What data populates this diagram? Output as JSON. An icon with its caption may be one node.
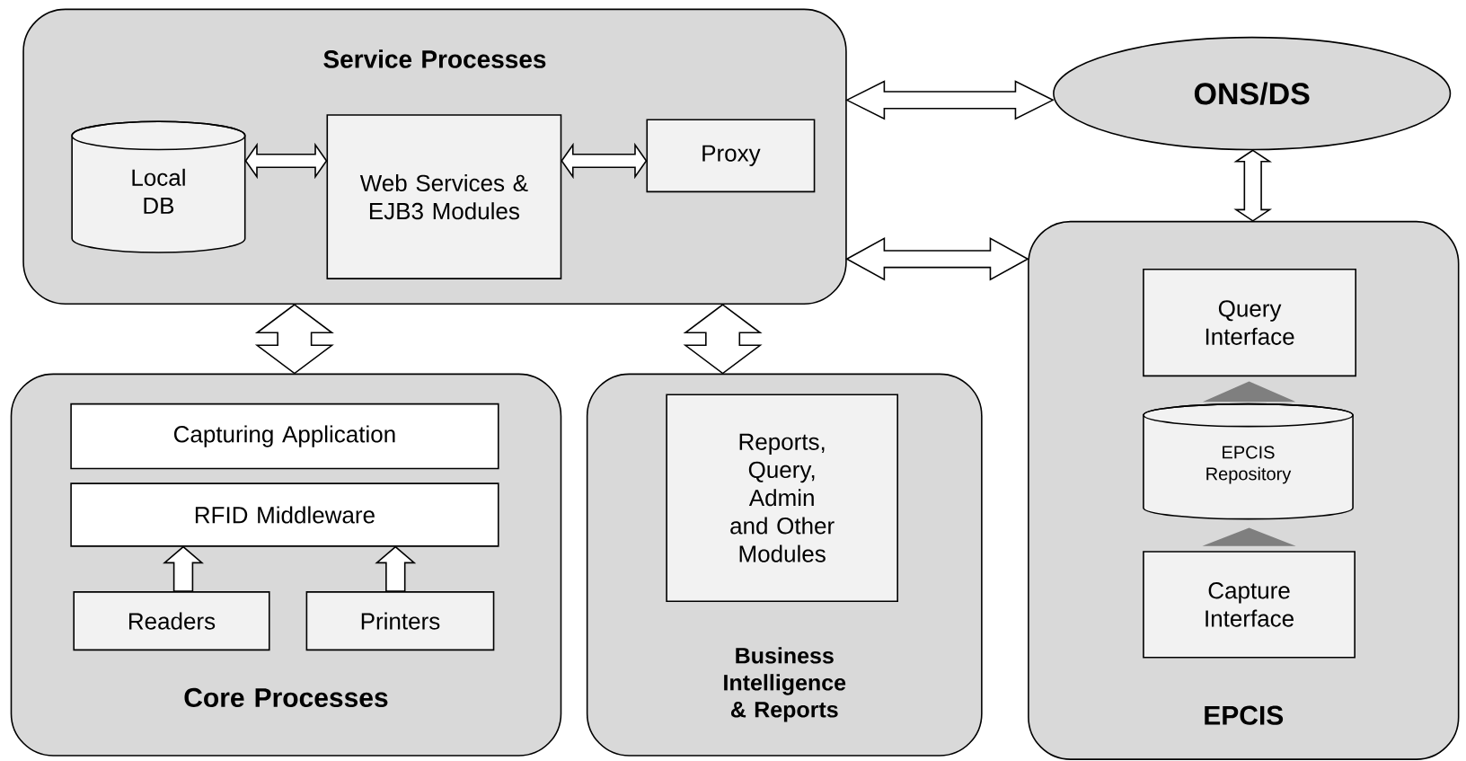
{
  "diagram": {
    "nodes": [
      {
        "text": [
          "Service Processes"
        ]
      },
      {
        "text": [
          "Local DB"
        ],
        "in": 0
      },
      {
        "text": [
          "Web Services & EJB3 Modules"
        ],
        "in": 0
      },
      {
        "text": [
          "Proxy"
        ],
        "in": 0
      },
      {
        "text": [
          "ONS/DS"
        ]
      },
      {
        "text": [
          "Core Processes"
        ]
      },
      {
        "text": [
          "Capturing Application"
        ],
        "in": 5
      },
      {
        "text": [
          "RFID Middleware"
        ],
        "in": 5
      },
      {
        "text": [
          "Readers"
        ],
        "in": 5
      },
      {
        "text": [
          "Printers"
        ],
        "in": 5
      },
      {
        "text": [
          "Business Intelligence & Reports"
        ]
      },
      {
        "text": [
          "Reports, Query, Admin and Other Modules"
        ],
        "in": 10
      },
      {
        "text": [
          "EPCIS"
        ]
      },
      {
        "text": [
          "Query Interface"
        ],
        "in": 12
      },
      {
        "text": [
          "EPCIS Repository"
        ],
        "in": 12
      },
      {
        "text": [
          "Capture Interface"
        ],
        "in": 12
      }
    ],
    "edges": [
      {
        "from": 1,
        "to": 2,
        "arrow": "both"
      },
      {
        "from": 2,
        "to": 3,
        "arrow": "both"
      },
      {
        "from": 0,
        "to": 4,
        "arrow": "both"
      },
      {
        "from": 0,
        "to": 12,
        "arrow": "both"
      },
      {
        "from": 4,
        "to": 12,
        "arrow": "both"
      },
      {
        "from": 0,
        "to": 5,
        "arrow": "both"
      },
      {
        "from": 0,
        "to": 10,
        "arrow": "both"
      },
      {
        "from": 8,
        "to": 7,
        "arrow": "to"
      },
      {
        "from": 9,
        "to": 7,
        "arrow": "to"
      },
      {
        "from": 15,
        "to": 14,
        "arrow": "to",
        "color": "#7f7f7f"
      },
      {
        "from": 14,
        "to": 13,
        "arrow": "to",
        "color": "#7f7f7f"
      }
    ]
  }
}
